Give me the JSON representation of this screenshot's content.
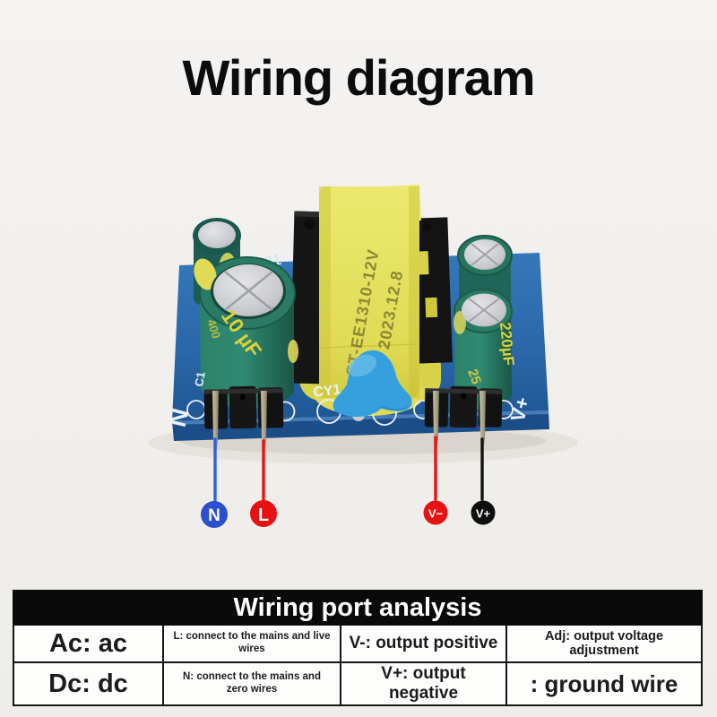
{
  "title": "Wiring diagram",
  "photo": {
    "board_marking": "21",
    "transformer": {
      "label_line1": "ST-EE1310-12V",
      "label_line2": "AN 2023.12.8"
    },
    "capacitors": {
      "input_label": "10 µF",
      "input_voltage": "400",
      "output_label": "220µF",
      "output_voltage": "25"
    },
    "silkscreen": {
      "neutral": "N",
      "c1": "C1",
      "cy1": "CY1",
      "vplus": "V+"
    },
    "wire_markers": [
      {
        "label": "N",
        "color": "#2b50cf"
      },
      {
        "label": "L",
        "color": "#e81111"
      },
      {
        "label": "V−",
        "color": "#e81111"
      },
      {
        "label": "V+",
        "color": "#0e0e0e"
      }
    ],
    "wire_colors": {
      "n": "#2e63de",
      "l": "#e81313",
      "vminus": "#e81313",
      "vplus": "#121212"
    },
    "board_color": "#2e6dae",
    "transformer_color": "#e5e167",
    "capacitor_color": "#2a7c67",
    "blob_color": "#35a0dd"
  },
  "table": {
    "header": "Wiring port analysis",
    "header_bg": "#0a0a0a",
    "header_color": "#ffffff",
    "rows": [
      {
        "c0": "Ac: ac",
        "c1": "L: connect to the mains and live wires",
        "c2": "V-: output positive",
        "c3": "Adj: output voltage adjustment"
      },
      {
        "c0": "Dc: dc",
        "c1": "N: connect to the mains and zero wires",
        "c2": "V+: output negative",
        "c3": ": ground wire"
      }
    ]
  }
}
